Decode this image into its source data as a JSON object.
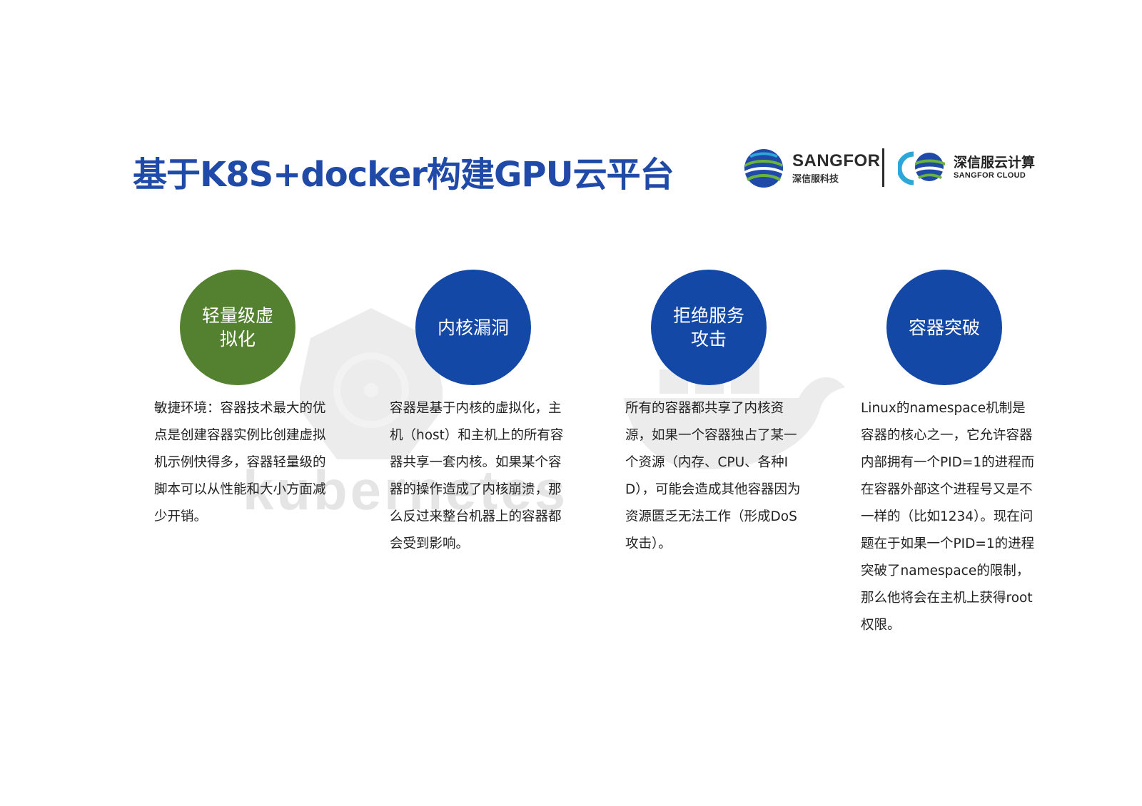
{
  "title": "基于K8S+docker构建GPU云平台",
  "logos": {
    "sangfor_name": "SANGFOR",
    "sangfor_sub": "深信服科技",
    "cloud_name": "深信服云计算",
    "cloud_sub": "SANGFOR CLOUD"
  },
  "watermark": {
    "kubernetes_text": "kubernetes"
  },
  "colors": {
    "title": "#1f4aa8",
    "green": "#538130",
    "blue": "#1448a6"
  },
  "features": [
    {
      "label": "轻量级虚拟化",
      "color": "green",
      "desc": "敏捷环境：容器技术最大的优点是创建容器实例比创建虚拟机示例快得多，容器轻量级的脚本可以从性能和大小方面减少开销。"
    },
    {
      "label": "内核漏洞",
      "color": "blue",
      "desc": "容器是基于内核的虚拟化，主机（host）和主机上的所有容器共享一套内核。如果某个容器的操作造成了内核崩溃，那么反过来整台机器上的容器都会受到影响。"
    },
    {
      "label": "拒绝服务攻击",
      "color": "blue",
      "desc": "所有的容器都共享了内核资源，如果一个容器独占了某一个资源（内存、CPU、各种ID），可能会造成其他容器因为资源匮乏无法工作（形成DoS攻击）。"
    },
    {
      "label": "容器突破",
      "color": "blue",
      "desc": "Linux的namespace机制是容器的核心之一，它允许容器内部拥有一个PID=1的进程而在容器外部这个进程号又是不一样的（比如1234）。现在问题在于如果一个PID=1的进程突破了namespace的限制，那么他将会在主机上获得root权限。"
    }
  ]
}
